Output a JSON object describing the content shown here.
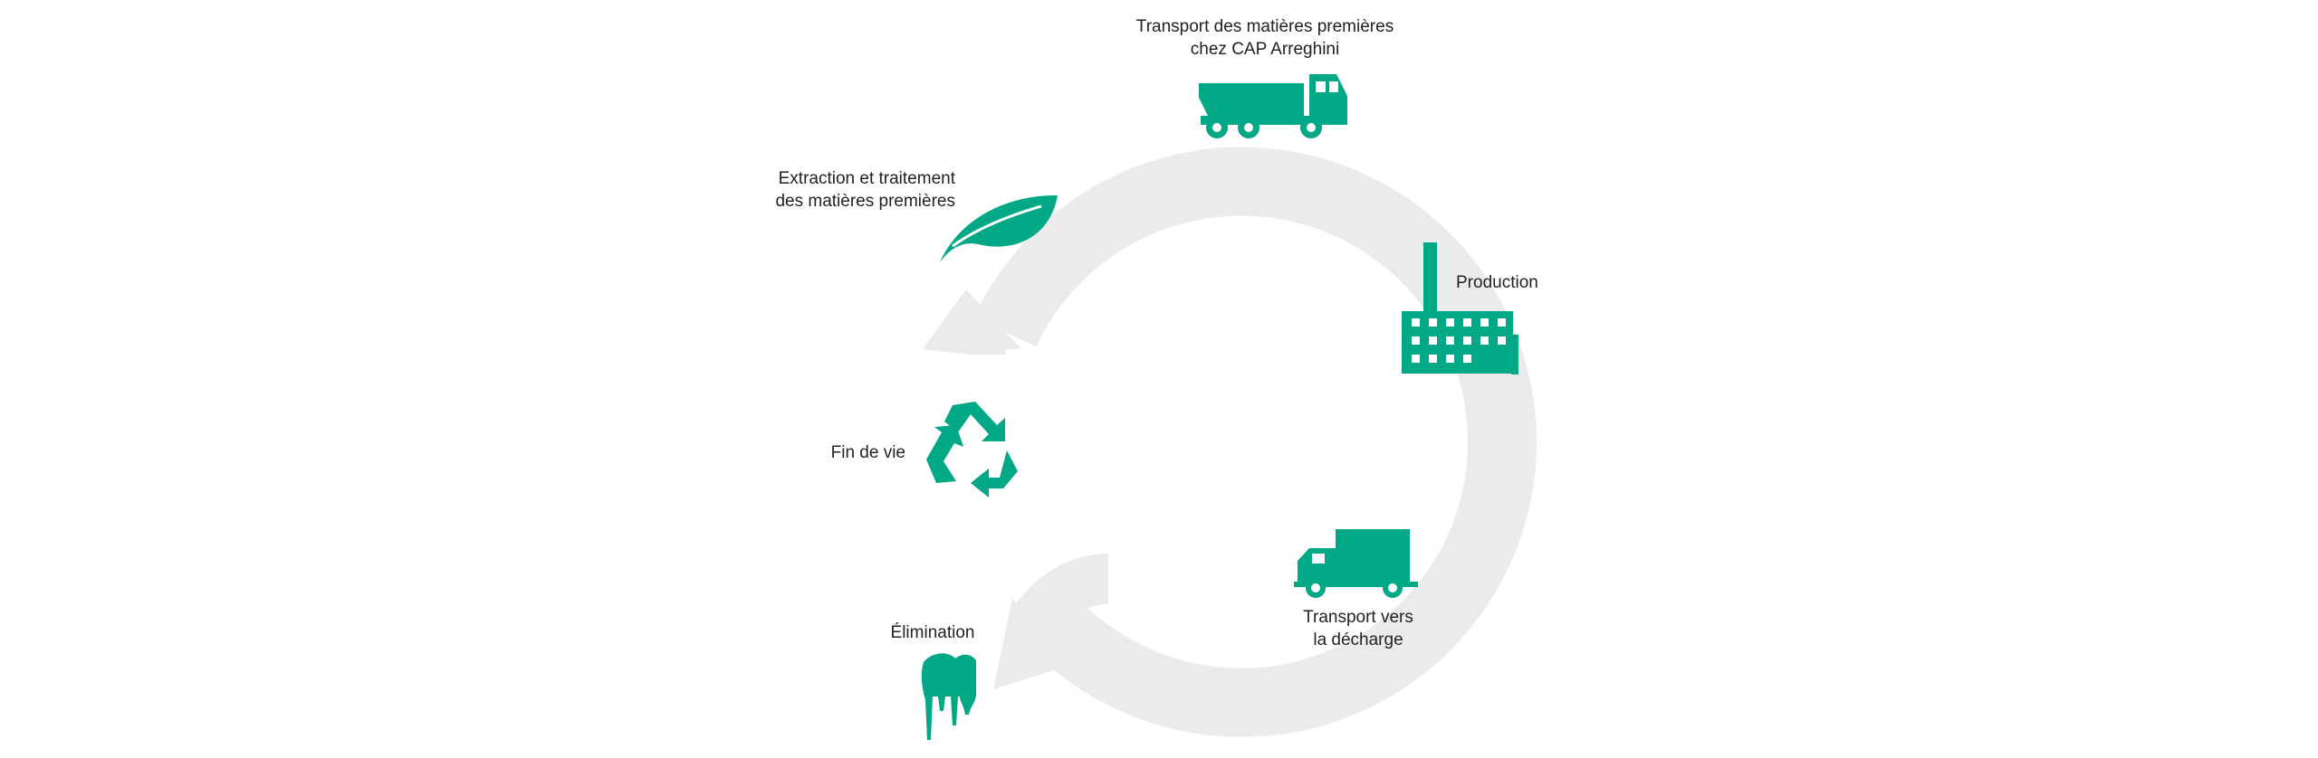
{
  "diagram": {
    "title": "Cycle de vie",
    "accent_color": "#00A886",
    "track_color": "#EBEBEB",
    "stages": [
      {
        "id": "extraction",
        "icon": "leaf-icon",
        "lines": [
          "Extraction et traitement",
          "des matières premières"
        ]
      },
      {
        "id": "transport-raw",
        "icon": "dump-truck-icon",
        "lines": [
          "Transport des matières premières",
          "chez CAP Arreghini"
        ]
      },
      {
        "id": "production",
        "icon": "factory-icon",
        "lines": [
          "Production"
        ]
      },
      {
        "id": "transport-landfill",
        "icon": "box-truck-icon",
        "lines": [
          "Transport vers",
          "la décharge"
        ]
      },
      {
        "id": "end-of-life",
        "icon": "recycle-icon",
        "lines": [
          "Fin de vie"
        ]
      },
      {
        "id": "disposal",
        "icon": "dripping-waste-icon",
        "lines": [
          "Élimination"
        ]
      }
    ]
  }
}
